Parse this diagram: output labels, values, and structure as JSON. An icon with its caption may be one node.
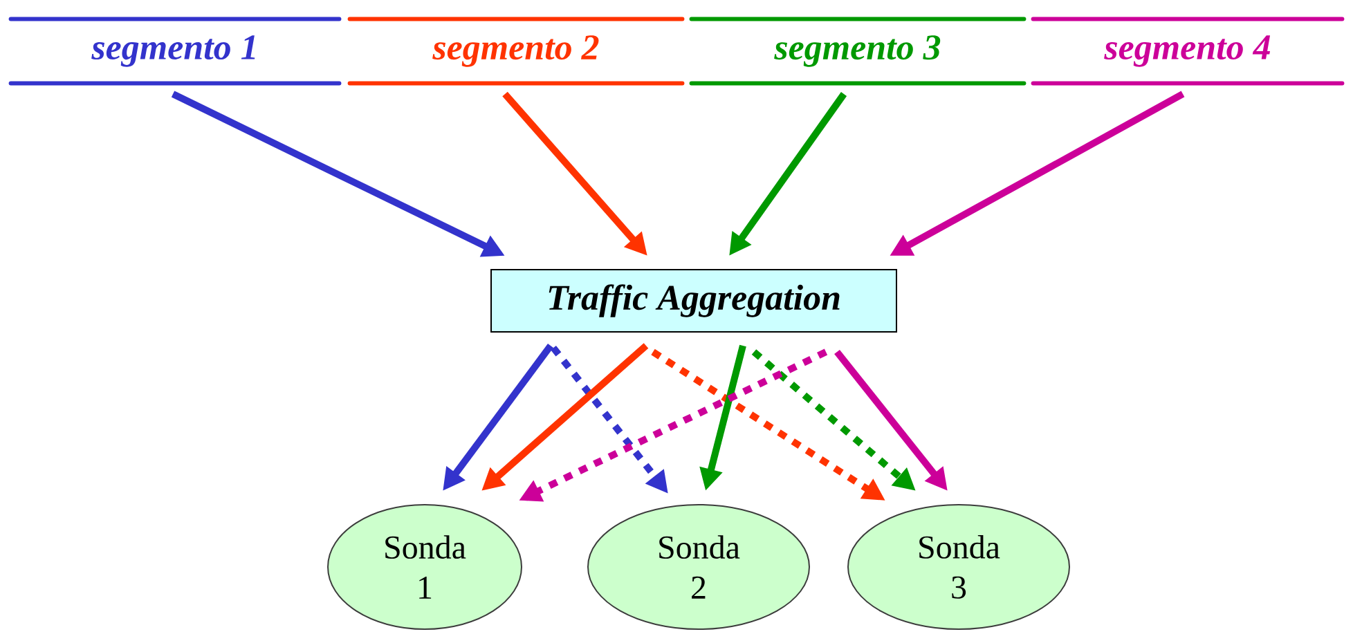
{
  "diagram": {
    "nodes": [
      {
        "text": [
          "segmento 1"
        ]
      },
      {
        "text": [
          "segmento 2"
        ]
      },
      {
        "text": [
          "segmento 3"
        ]
      },
      {
        "text": [
          "segmento 4"
        ]
      },
      {
        "text": [
          "Traffic Aggregation"
        ]
      },
      {
        "text": [
          "Sonda 1"
        ]
      },
      {
        "text": [
          "Sonda 2"
        ]
      },
      {
        "text": [
          "Sonda 3"
        ]
      }
    ],
    "edges": [
      {
        "from": 0,
        "to": 4,
        "arrow": "to",
        "color": "#3333cc"
      },
      {
        "from": 1,
        "to": 4,
        "arrow": "to",
        "color": "#ff3300"
      },
      {
        "from": 2,
        "to": 4,
        "arrow": "to",
        "color": "#009900"
      },
      {
        "from": 3,
        "to": 4,
        "arrow": "to",
        "color": "#cc0099"
      },
      {
        "from": 4,
        "to": 5,
        "arrow": "to",
        "color": "#3333cc"
      },
      {
        "from": 4,
        "to": 6,
        "arrow": "to",
        "style": "dashed",
        "color": "#3333cc"
      },
      {
        "from": 4,
        "to": 5,
        "arrow": "to",
        "color": "#ff3300"
      },
      {
        "from": 4,
        "to": 7,
        "arrow": "to",
        "style": "dashed",
        "color": "#ff3300"
      },
      {
        "from": 4,
        "to": 6,
        "arrow": "to",
        "color": "#009900"
      },
      {
        "from": 4,
        "to": 7,
        "arrow": "to",
        "style": "dashed",
        "color": "#009900"
      },
      {
        "from": 4,
        "to": 7,
        "arrow": "to",
        "color": "#cc0099"
      },
      {
        "from": 4,
        "to": 5,
        "arrow": "to",
        "style": "dashed",
        "color": "#cc0099"
      }
    ]
  }
}
